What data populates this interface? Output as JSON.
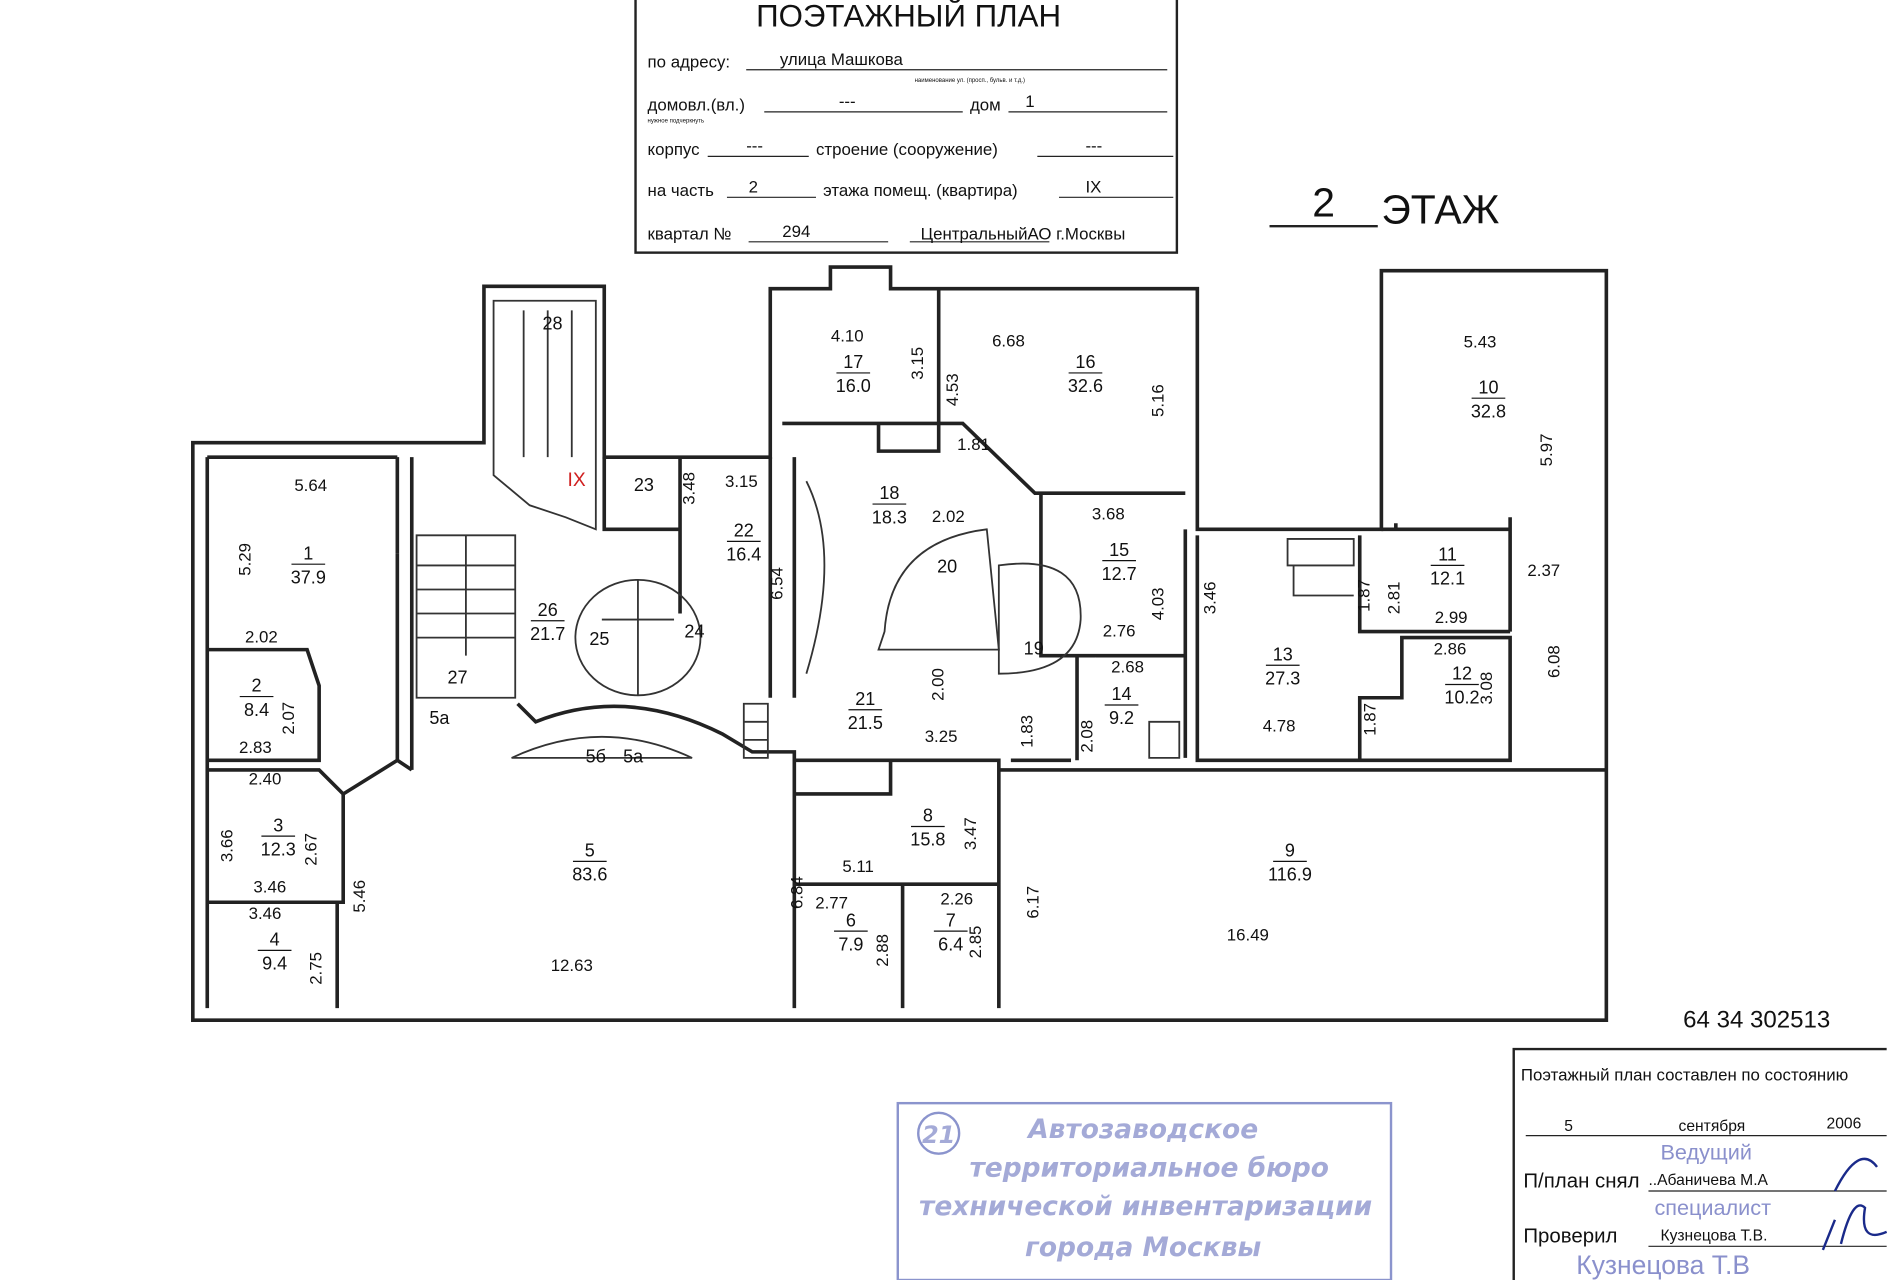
{
  "header": {
    "title": "ПОЭТАЖНЫЙ ПЛАН",
    "address_label": "по адресу:",
    "address_value": "улица Машкова",
    "address_hint": "наименование ул. (просп., бульв. и т.д.)",
    "domovl_label": "домовл.(вл.)",
    "domovl_value": "---",
    "dom_label": "дом",
    "dom_value": "1",
    "underline_hint": "нужное подчеркнуть",
    "korpus_label": "корпус",
    "korpus_value": "---",
    "stroenie_label": "строение (сооружение)",
    "stroenie_value": "---",
    "part_label": "на часть",
    "part_value": "2",
    "floor_label": "этажа помещ. (квартира)",
    "floor_value": "IX",
    "kvartal_label": "квартал №",
    "kvartal_value": "294",
    "district": "ЦентральныйАО г.Москвы"
  },
  "floor_title": {
    "number": "2",
    "label": "ЭТАЖ"
  },
  "premises_mark": "IX",
  "rooms": [
    {
      "number": "1",
      "area": "37.9"
    },
    {
      "number": "2",
      "area": "8.4"
    },
    {
      "number": "3",
      "area": "12.3"
    },
    {
      "number": "4",
      "area": "9.4"
    },
    {
      "number": "5",
      "area": "83.6"
    },
    {
      "number": "6",
      "area": "7.9"
    },
    {
      "number": "7",
      "area": "6.4"
    },
    {
      "number": "8",
      "area": "15.8"
    },
    {
      "number": "9",
      "area": "116.9"
    },
    {
      "number": "10",
      "area": "32.8"
    },
    {
      "number": "11",
      "area": "12.1"
    },
    {
      "number": "12",
      "area": "10.2"
    },
    {
      "number": "13",
      "area": "27.3"
    },
    {
      "number": "14",
      "area": "9.2"
    },
    {
      "number": "15",
      "area": "12.7"
    },
    {
      "number": "16",
      "area": "32.6"
    },
    {
      "number": "17",
      "area": "16.0"
    },
    {
      "number": "18",
      "area": "18.3"
    },
    {
      "number": "21",
      "area": "21.5"
    },
    {
      "number": "22",
      "area": "16.4"
    },
    {
      "number": "26",
      "area": "21.7"
    }
  ],
  "room_numbers_only": [
    "19",
    "20",
    "23",
    "24",
    "25",
    "27",
    "28",
    "5а",
    "5б",
    "5а"
  ],
  "dimensions": [
    "5.64",
    "5.29",
    "2.02",
    "2.07",
    "2.83",
    "2.40",
    "3.66",
    "2.67",
    "3.46",
    "3.46",
    "2.75",
    "5.46",
    "6.84",
    "12.63",
    "2.77",
    "2.88",
    "2.26",
    "2.85",
    "5.11",
    "3.47",
    "6.17",
    "16.49",
    "5.43",
    "5.97",
    "2.81",
    "2.99",
    "1.87",
    "2.86",
    "3.08",
    "6.08",
    "2.37",
    "3.46",
    "4.78",
    "1.87",
    "2.68",
    "2.08",
    "3.68",
    "4.03",
    "2.76",
    "6.68",
    "4.53",
    "5.16",
    "4.10",
    "3.15",
    "1.81",
    "2.02",
    "2.00",
    "3.25",
    "1.83",
    "3.15",
    "6.54",
    "3.48"
  ],
  "inventory_number": "64 34 302513",
  "footer": {
    "state_label": "Поэтажный план составлен по состоянию",
    "day": "5",
    "month": "сентября",
    "year": "2006",
    "drawn_label": "П/план снял",
    "drawn_by": "..Абаничева М.А",
    "checked_label": "Проверил",
    "checked_by": "Кузнецова Т.В.",
    "stamp_overlay": [
      "Ведущий",
      "специалист",
      "Кузнецова Т.В"
    ]
  },
  "stamp": {
    "number": "21",
    "lines": [
      "Автозаводское",
      "территориальное бюро",
      "технической инвентаризации",
      "города Москвы"
    ]
  }
}
